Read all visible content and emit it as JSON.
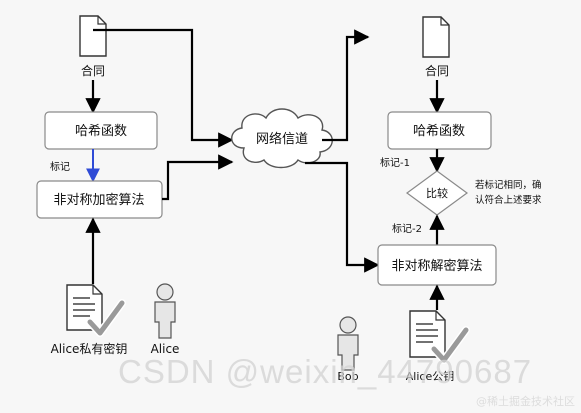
{
  "left": {
    "doc_label": "合同",
    "hash_label": "哈希函数",
    "tag_label": "标记",
    "encrypt_label": "非对称加密算法",
    "key_label": "Alice私有密钥",
    "person_label": "Alice"
  },
  "network": {
    "label": "网络信道"
  },
  "right": {
    "doc_label": "合同",
    "hash_label": "哈希函数",
    "tag1_label": "标记-1",
    "compare_label": "比较",
    "compare_note_line1": "若标记相同，确",
    "compare_note_line2": "认符合上述要求",
    "tag2_label": "标记-2",
    "decrypt_label": "非对称解密算法",
    "key_label": "Alice公钥",
    "person_label": "Bob"
  },
  "watermark": {
    "csdn": "CSDN @weixin_44790687",
    "juejin": "@稀土掘金技术社区"
  },
  "colors": {
    "arrow": "#000000",
    "tag_arrow": "#2f4bd6",
    "doc_fill": "#ffffff",
    "person_fill": "#e6e6e6"
  }
}
